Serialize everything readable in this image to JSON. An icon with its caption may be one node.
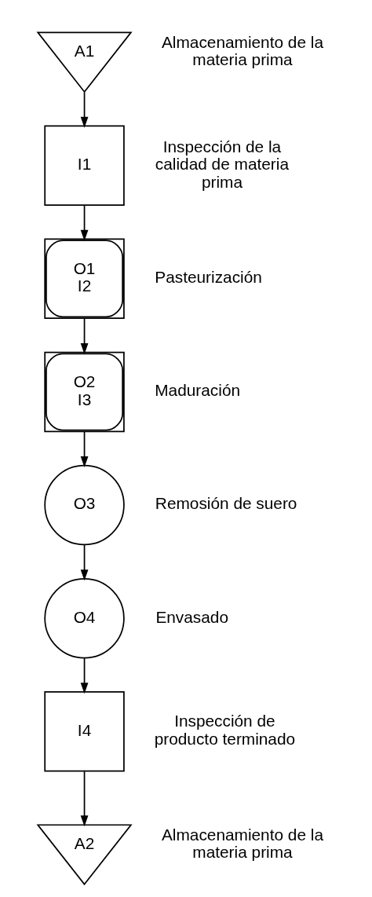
{
  "diagram": {
    "nodes": [
      {
        "text": [
          "A1"
        ],
        "beside": [
          "Almacenamiento de la materia prima"
        ]
      },
      {
        "text": [
          "I1"
        ],
        "beside": [
          "Inspección de la calidad de materia prima"
        ]
      },
      {
        "text": [
          "O1",
          "I2"
        ],
        "beside": [
          "Pasteurización"
        ]
      },
      {
        "text": [
          "O2",
          "I3"
        ],
        "beside": [
          "Maduración"
        ]
      },
      {
        "text": [
          "O3"
        ],
        "beside": [
          "Remosión de suero"
        ]
      },
      {
        "text": [
          "O4"
        ],
        "beside": [
          "Envasado"
        ]
      },
      {
        "text": [
          "I4"
        ],
        "beside": [
          "Inspección de producto terminado"
        ]
      },
      {
        "text": [
          "A2"
        ],
        "beside": [
          "Almacenamiento de la materia prima"
        ]
      }
    ],
    "edges": [
      {
        "from": 0,
        "to": 1,
        "arrow": "to"
      },
      {
        "from": 1,
        "to": 2,
        "arrow": "to"
      },
      {
        "from": 2,
        "to": 3,
        "arrow": "to"
      },
      {
        "from": 3,
        "to": 4,
        "arrow": "to"
      },
      {
        "from": 4,
        "to": 5,
        "arrow": "to"
      },
      {
        "from": 5,
        "to": 6,
        "arrow": "to"
      },
      {
        "from": 6,
        "to": 7,
        "arrow": "to"
      }
    ]
  }
}
